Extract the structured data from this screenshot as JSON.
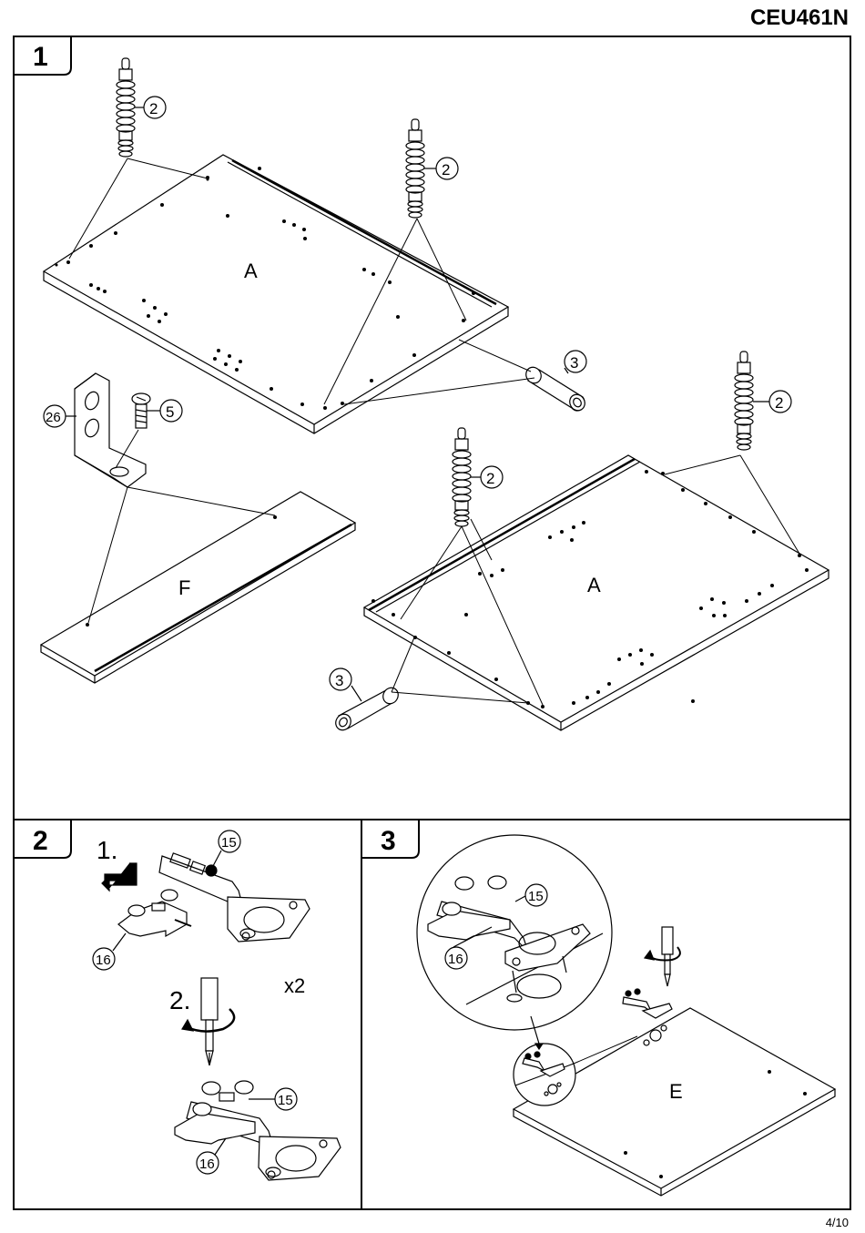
{
  "header": {
    "product_code": "CEU461N"
  },
  "footer": {
    "page": "4/10"
  },
  "steps": [
    {
      "number": "1",
      "panels": [
        "A",
        "F",
        "A"
      ],
      "callouts": [
        "2",
        "2",
        "2",
        "2",
        "3",
        "3",
        "26",
        "5"
      ]
    },
    {
      "number": "2",
      "sub_steps": [
        "1.",
        "2."
      ],
      "multiplier": "x2",
      "callouts": [
        "15",
        "16",
        "15",
        "16"
      ]
    },
    {
      "number": "3",
      "panel": "E",
      "callouts": [
        "15",
        "16"
      ]
    }
  ]
}
